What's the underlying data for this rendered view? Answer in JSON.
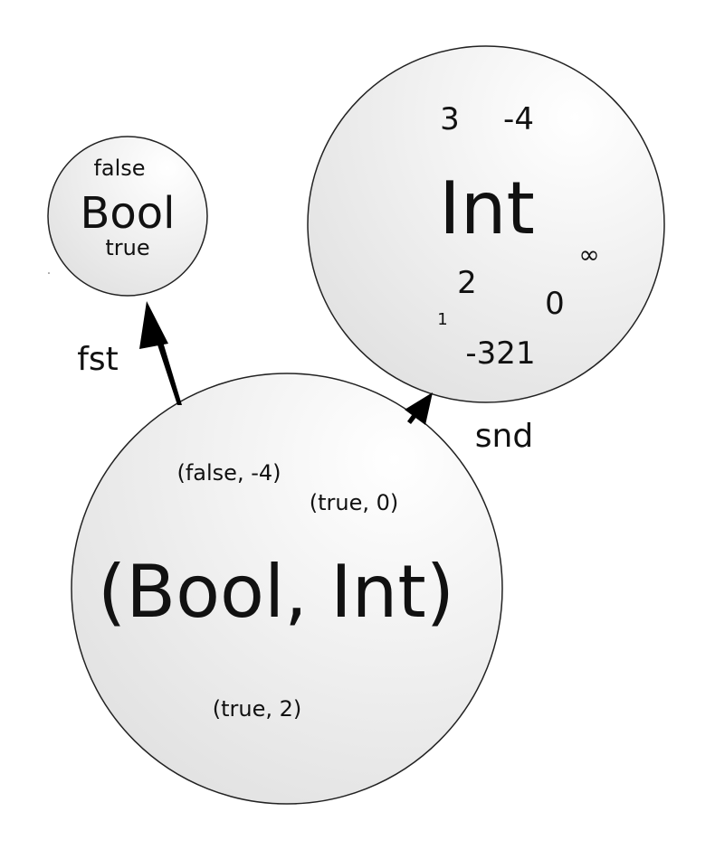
{
  "sets": {
    "bool": {
      "label": "Bool",
      "members": [
        "false",
        "true"
      ]
    },
    "int": {
      "label": "Int",
      "members": [
        "3",
        "-4",
        "∞",
        "2",
        "1",
        "0",
        "-321"
      ]
    },
    "pair": {
      "label": "(Bool, Int)",
      "members": [
        "(false, -4)",
        "(true, 0)",
        "(true, 2)"
      ]
    }
  },
  "arrows": {
    "fst": "fst",
    "snd": "snd"
  },
  "colors": {
    "circle_fill_light": "#ffffff",
    "circle_fill_dark": "#e6e6e6",
    "stroke": "#222222",
    "arrow": "#000000"
  }
}
